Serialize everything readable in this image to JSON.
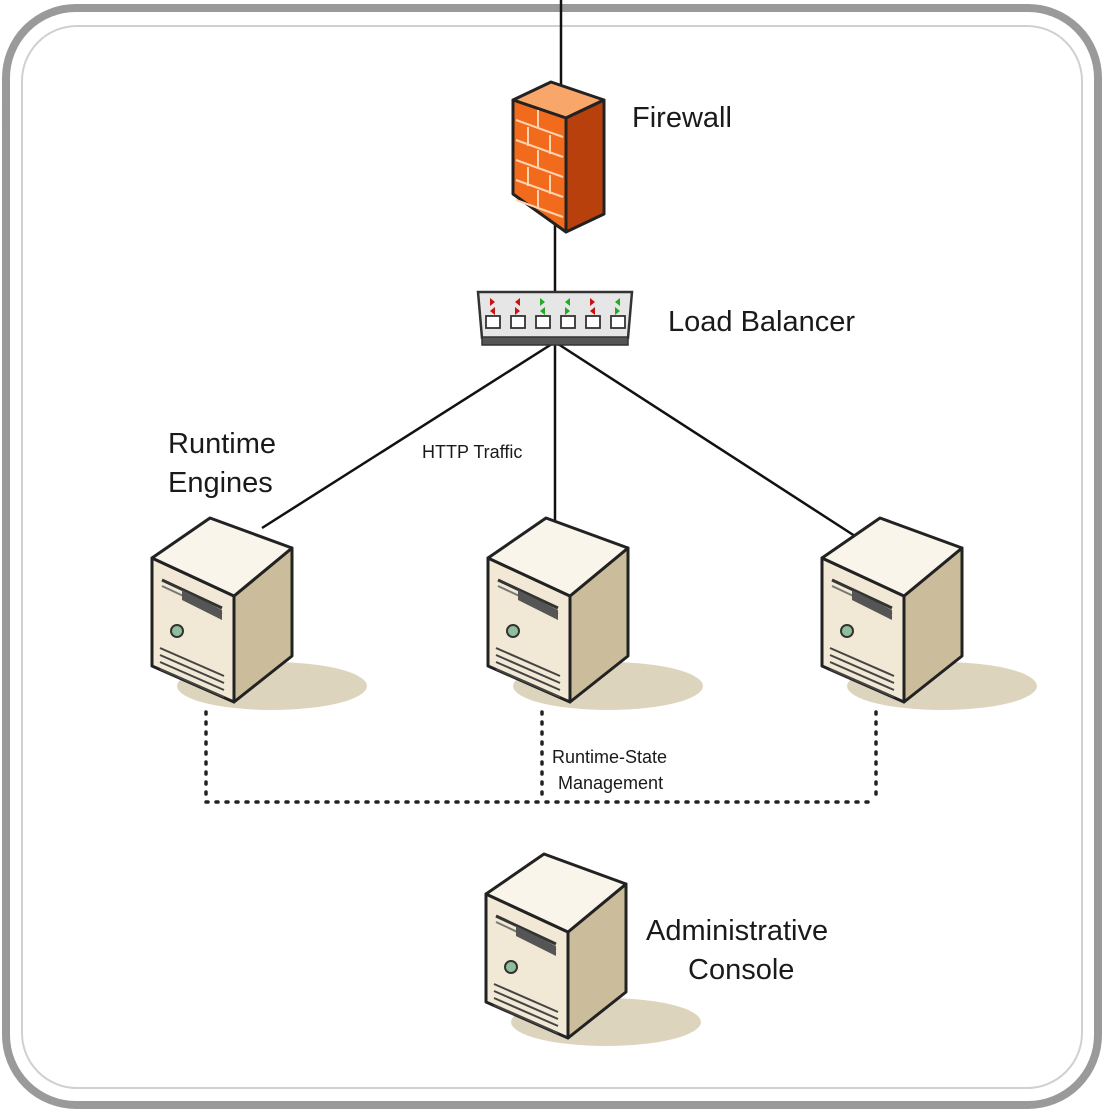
{
  "labels": {
    "firewall": "Firewall",
    "load_balancer": "Load Balancer",
    "runtime_engines_line1": "Runtime",
    "runtime_engines_line2": "Engines",
    "http_traffic": "HTTP Traffic",
    "state_mgmt_line1": "Runtime-State",
    "state_mgmt_line2": "Management",
    "admin_line1": "Administrative",
    "admin_line2": "Console"
  },
  "colors": {
    "frame_outer": "#9a9a9a",
    "frame_inner": "#e4e4e4",
    "background": "#ffffff",
    "firewall_front": "#f26a1b",
    "firewall_side": "#b8400c",
    "firewall_top": "#f9a66a",
    "server_front": "#f1e8d6",
    "server_side": "#cbbd9c",
    "server_top": "#faf5ea",
    "server_shadow": "#ddd4bd",
    "line": "#111111",
    "led_red": "#cc1111",
    "led_green": "#22aa22"
  },
  "icons": [
    "firewall-icon",
    "load-balancer-icon",
    "server-icon"
  ]
}
